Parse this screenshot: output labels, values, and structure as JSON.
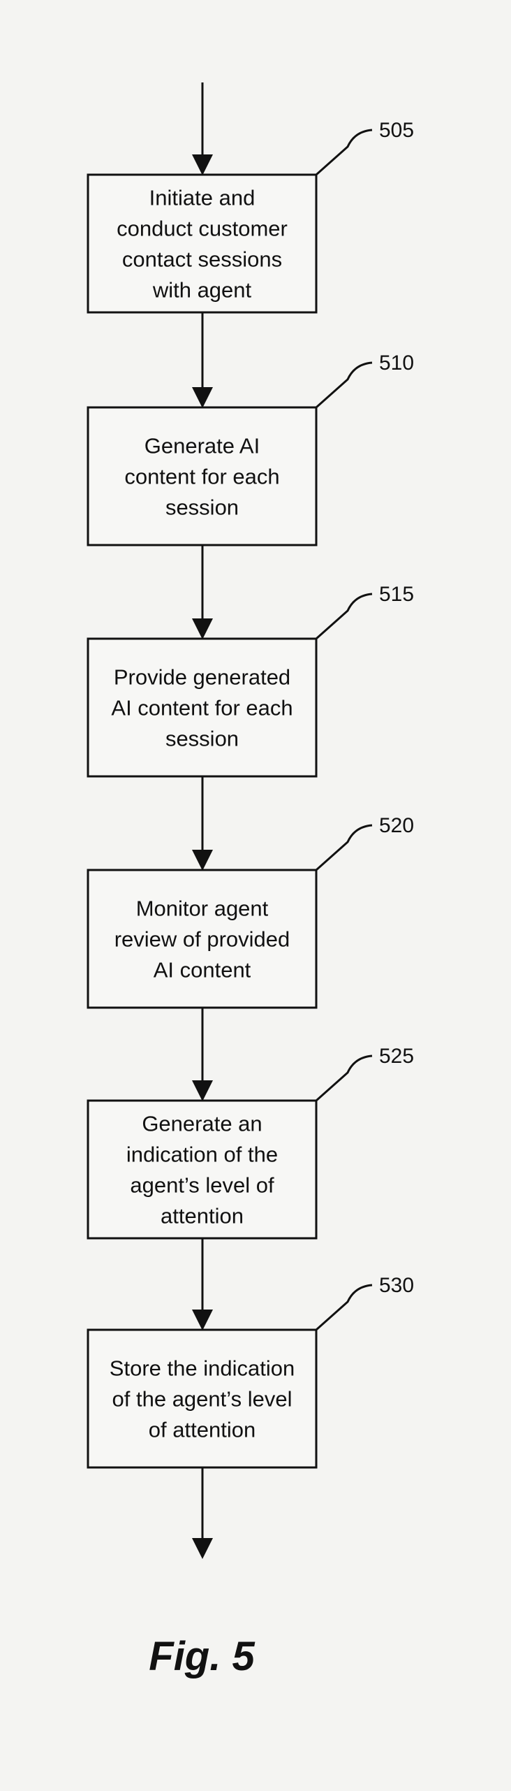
{
  "figure": {
    "caption": "Fig. 5"
  },
  "steps": [
    {
      "ref": "505",
      "lines": [
        "Initiate and",
        "conduct customer",
        "contact sessions",
        "with agent"
      ]
    },
    {
      "ref": "510",
      "lines": [
        "Generate AI",
        "content for each",
        "session"
      ]
    },
    {
      "ref": "515",
      "lines": [
        "Provide generated",
        "AI content for each",
        "session"
      ]
    },
    {
      "ref": "520",
      "lines": [
        "Monitor agent",
        "review of provided",
        "AI content"
      ]
    },
    {
      "ref": "525",
      "lines": [
        "Generate an",
        "indication of the",
        "agent’s level of",
        "attention"
      ]
    },
    {
      "ref": "530",
      "lines": [
        "Store the indication",
        "of the agent’s level",
        "of attention"
      ]
    }
  ]
}
